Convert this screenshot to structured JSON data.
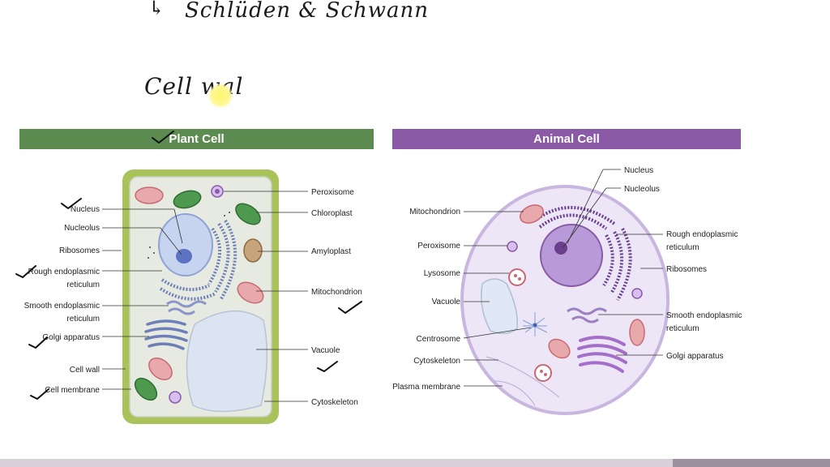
{
  "handwriting": {
    "line1": "Schlüden & Schwann",
    "arrow": "↳",
    "line2": "Cell wal"
  },
  "plant": {
    "title": "Plant Cell",
    "labels": {
      "nucleus": "Nucleus",
      "nucleolus": "Nucleolus",
      "ribosomes": "Ribosomes",
      "rough_er_1": "Rough endoplasmic",
      "rough_er_2": "reticulum",
      "smooth_er_1": "Smooth endoplasmic",
      "smooth_er_2": "reticulum",
      "golgi": "Golgi apparatus",
      "cell_wall": "Cell wall",
      "cell_membrane": "Cell membrane",
      "peroxisome": "Peroxisome",
      "chloroplast": "Chloroplast",
      "amyloplast": "Amyloplast",
      "mitochondrion": "Mitochondrion",
      "vacuole": "Vacuole",
      "cytoskeleton": "Cytoskeleton"
    }
  },
  "animal": {
    "title": "Animal Cell",
    "labels": {
      "nucleus": "Nucleus",
      "nucleolus": "Nucleolus",
      "mitochondrion": "Mitochondrion",
      "peroxisome": "Peroxisome",
      "lysosome": "Lysosome",
      "vacuole": "Vacuole",
      "centrosome": "Centrosome",
      "cytoskeleton": "Cytoskeleton",
      "plasma_membrane": "Plasma membrane",
      "rough_er_1": "Rough endoplasmic",
      "rough_er_2": "reticulum",
      "ribosomes": "Ribosomes",
      "smooth_er_1": "Smooth endoplasmic",
      "smooth_er_2": "reticulum",
      "golgi": "Golgi apparatus"
    }
  },
  "colors": {
    "plant_banner": "#5b8b4f",
    "animal_banner": "#8a5aa6",
    "plant_wall": "#a9c25a",
    "animal_membrane": "#c9b6e0"
  }
}
